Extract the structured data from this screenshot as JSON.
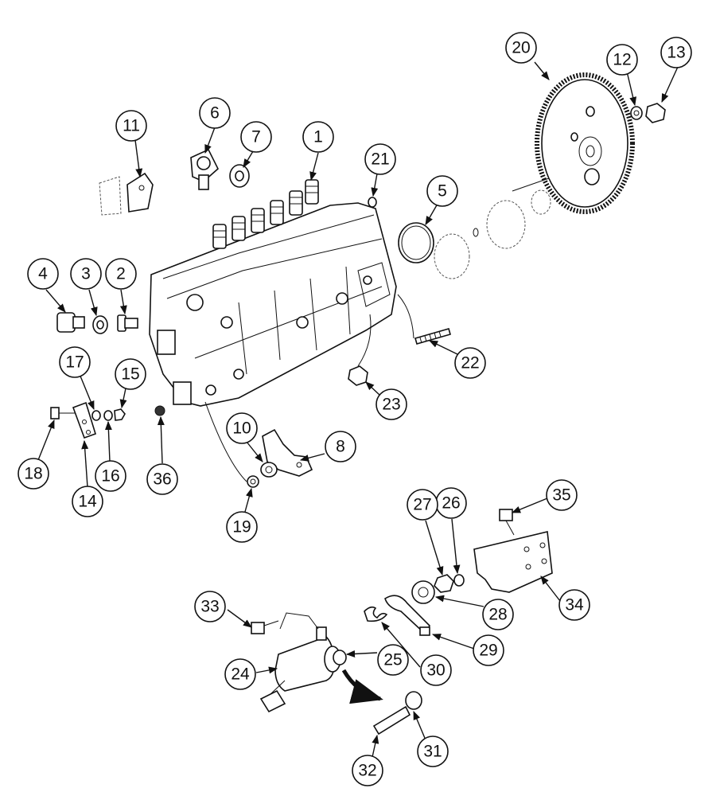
{
  "callouts": {
    "c1": "1",
    "c2": "2",
    "c3": "3",
    "c4": "4",
    "c5": "5",
    "c6": "6",
    "c7": "7",
    "c8": "8",
    "c10": "10",
    "c11": "11",
    "c12": "12",
    "c13": "13",
    "c14": "14",
    "c15": "15",
    "c16": "16",
    "c17": "17",
    "c18": "18",
    "c19": "19",
    "c20": "20",
    "c21": "21",
    "c22": "22",
    "c23": "23",
    "c24": "24",
    "c25": "25",
    "c26": "26",
    "c27": "27",
    "c28": "28",
    "c29": "29",
    "c30": "30",
    "c31": "31",
    "c32": "32",
    "c33": "33",
    "c34": "34",
    "c35": "35",
    "c36": "36"
  }
}
